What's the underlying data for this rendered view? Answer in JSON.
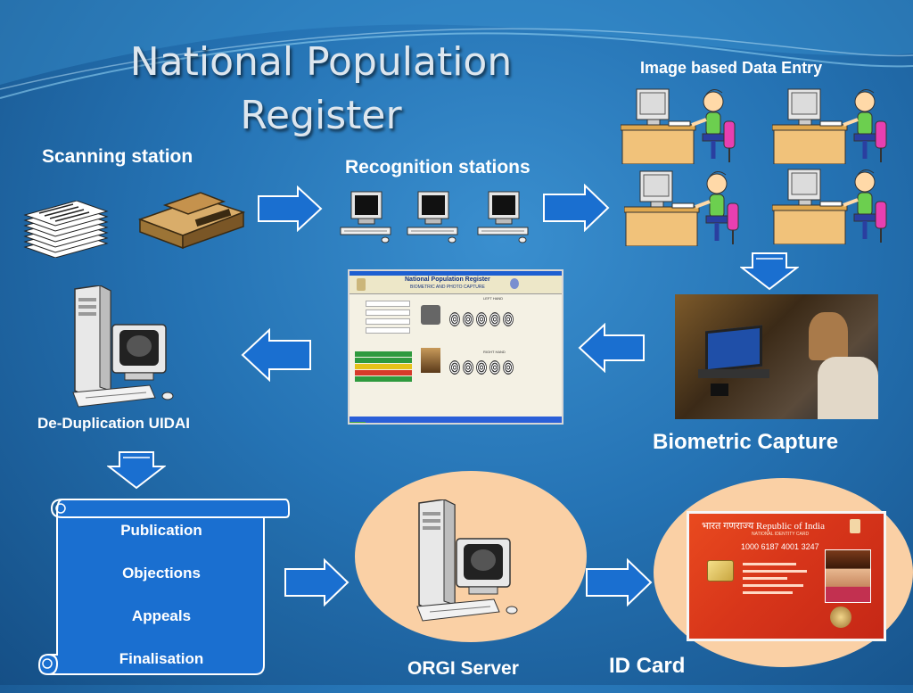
{
  "title": {
    "line1": "National Population",
    "line2": "Register"
  },
  "labels": {
    "image_based_data_entry": "Image based Data Entry",
    "scanning_station": "Scanning station",
    "recognition_stations": "Recognition stations",
    "de_duplication": "De-Duplication UIDAI",
    "biometric_capture": "Biometric Capture",
    "orgi_server": "ORGI Server",
    "id_card": "ID Card"
  },
  "scroll_items": [
    "Publication",
    "Objections",
    "Appeals",
    "Finalisation"
  ],
  "screen": {
    "header_title": "National Population Register",
    "header_subtitle": "BIOMETRIC AND PHOTO CAPTURE",
    "left_fingers": "LEFT HAND",
    "right_fingers": "RIGHT HAND"
  },
  "id_card": {
    "country": "भारत गणराज्य Republic of India",
    "card_type": "NATIONAL IDENTITY CARD",
    "number": "1000 6187 4001 3247"
  },
  "colors": {
    "arrow_fill": "#1a6fd0",
    "arrow_stroke": "#ffffff",
    "ellipse": "#fad0a5",
    "background": "#2573b4"
  }
}
